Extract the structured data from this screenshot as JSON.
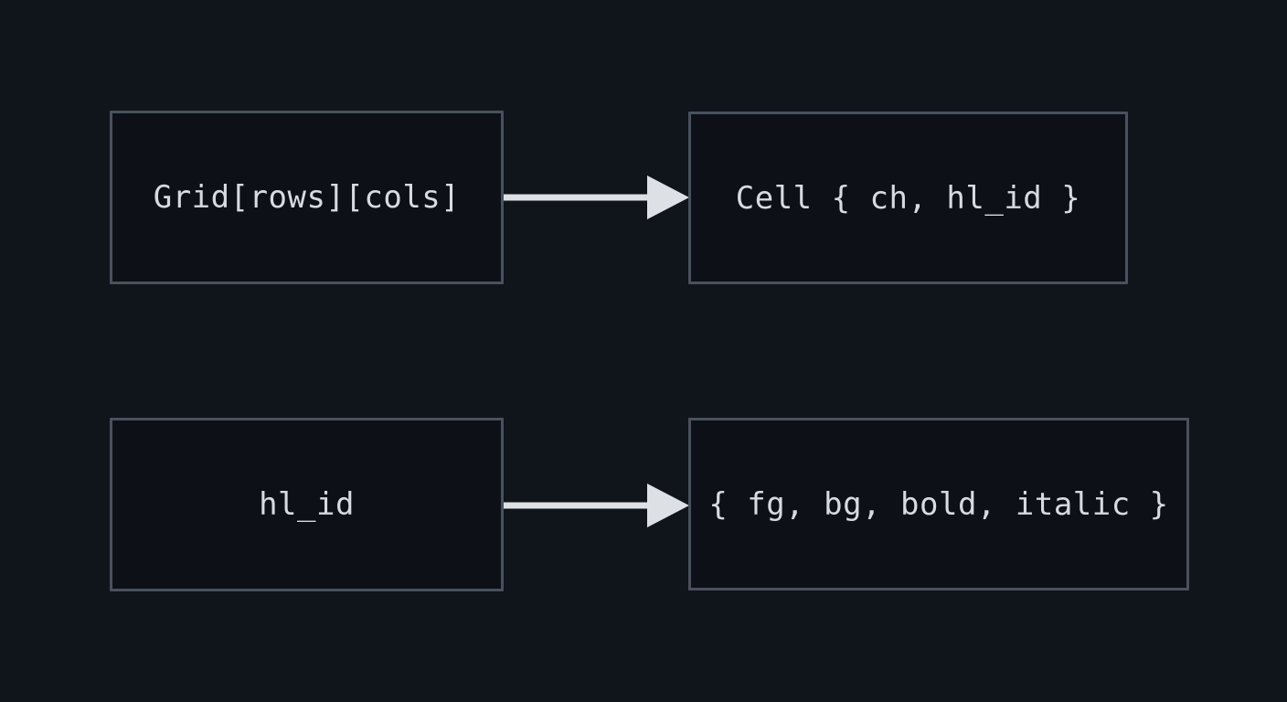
{
  "theme": {
    "background": "#10141b",
    "box_fill": "#0d1016",
    "box_border_color": "#49515e",
    "text_color": "#d7dbe1",
    "arrow_color": "#dde1e6"
  },
  "diagram": {
    "nodes": {
      "grid": {
        "label": "Grid[rows][cols]"
      },
      "cell": {
        "label": "Cell { ch, hl_id }"
      },
      "hl_id": {
        "label": "hl_id"
      },
      "hl_attrs": {
        "label": "{ fg, bg, bold, italic }"
      }
    },
    "edges": [
      {
        "from": "grid",
        "to": "cell"
      },
      {
        "from": "hl_id",
        "to": "hl_attrs"
      }
    ]
  }
}
